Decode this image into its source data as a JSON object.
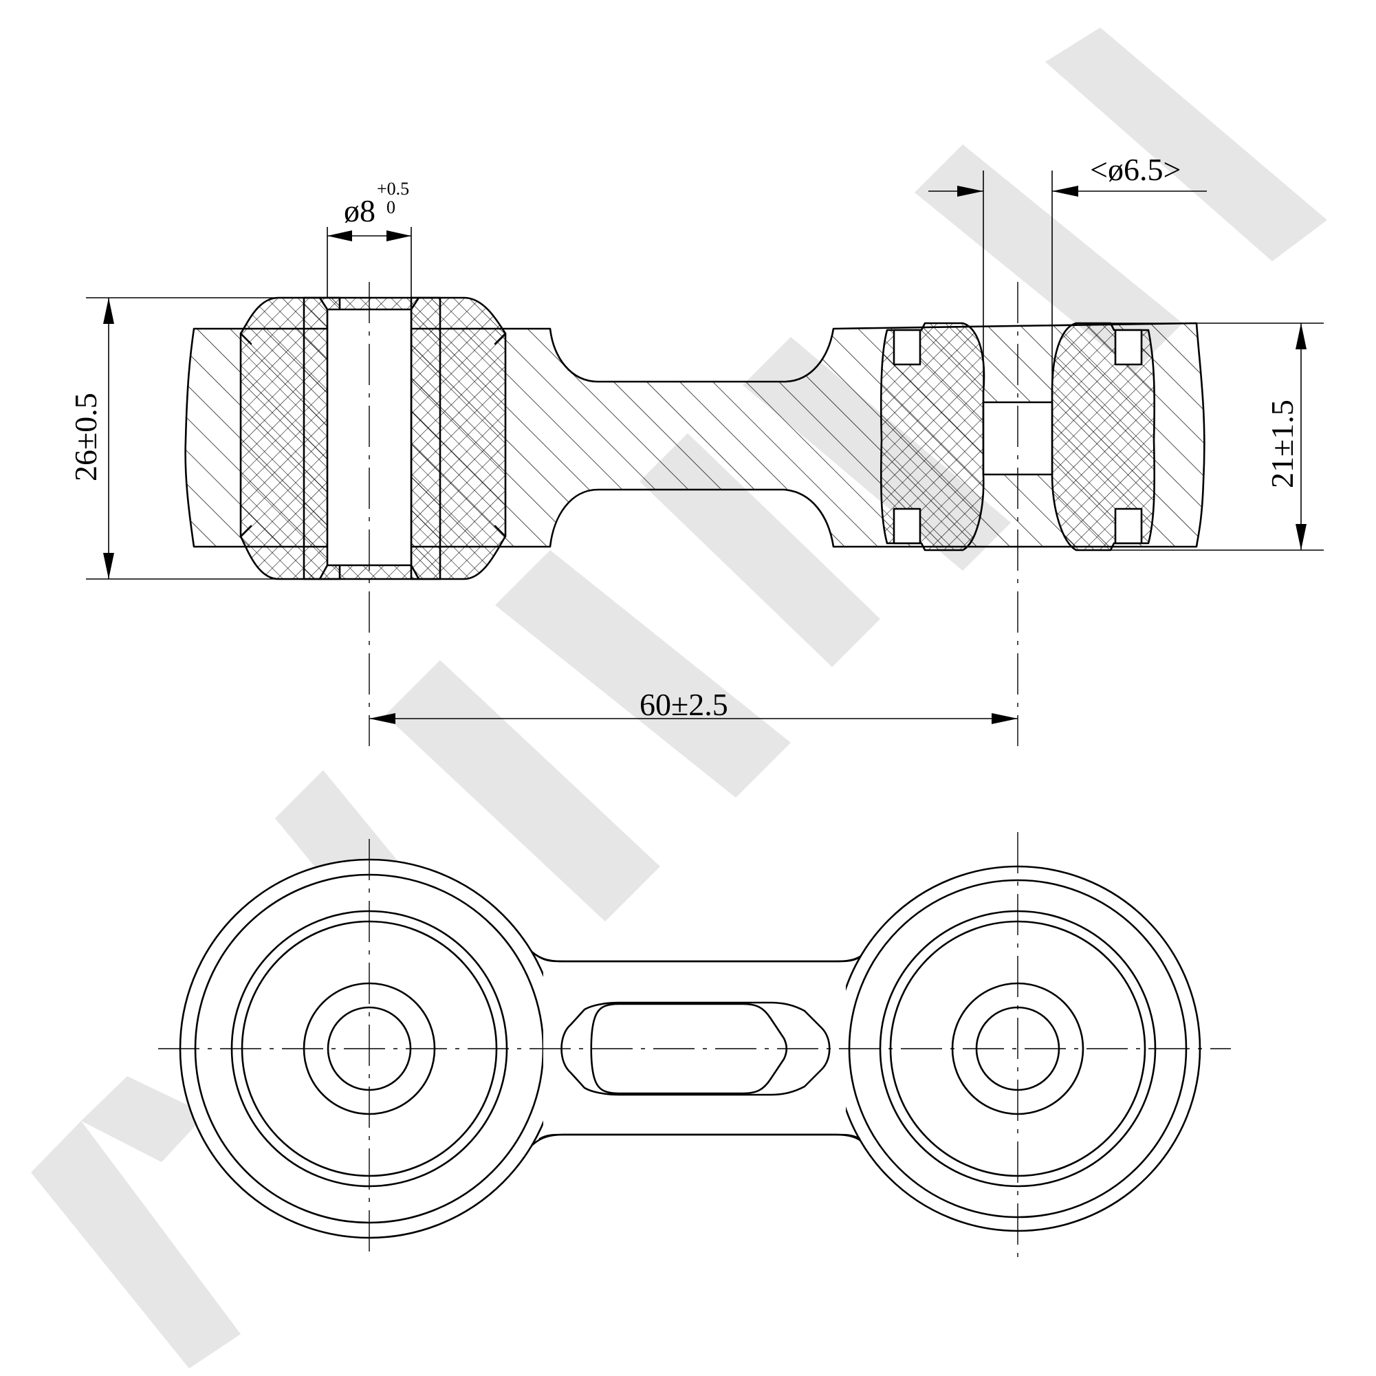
{
  "watermark": {
    "color": "#e6e6e6"
  },
  "dimensions": {
    "bore_diameter": {
      "main": "ø8",
      "tol_upper": "+0.5",
      "tol_lower": "0"
    },
    "pin_diameter": "<ø6.5>",
    "left_height": "26±0.5",
    "right_height": "21±1.5",
    "center_distance": "60±2.5"
  },
  "views": {
    "section": "section-view",
    "top": "top-view"
  }
}
